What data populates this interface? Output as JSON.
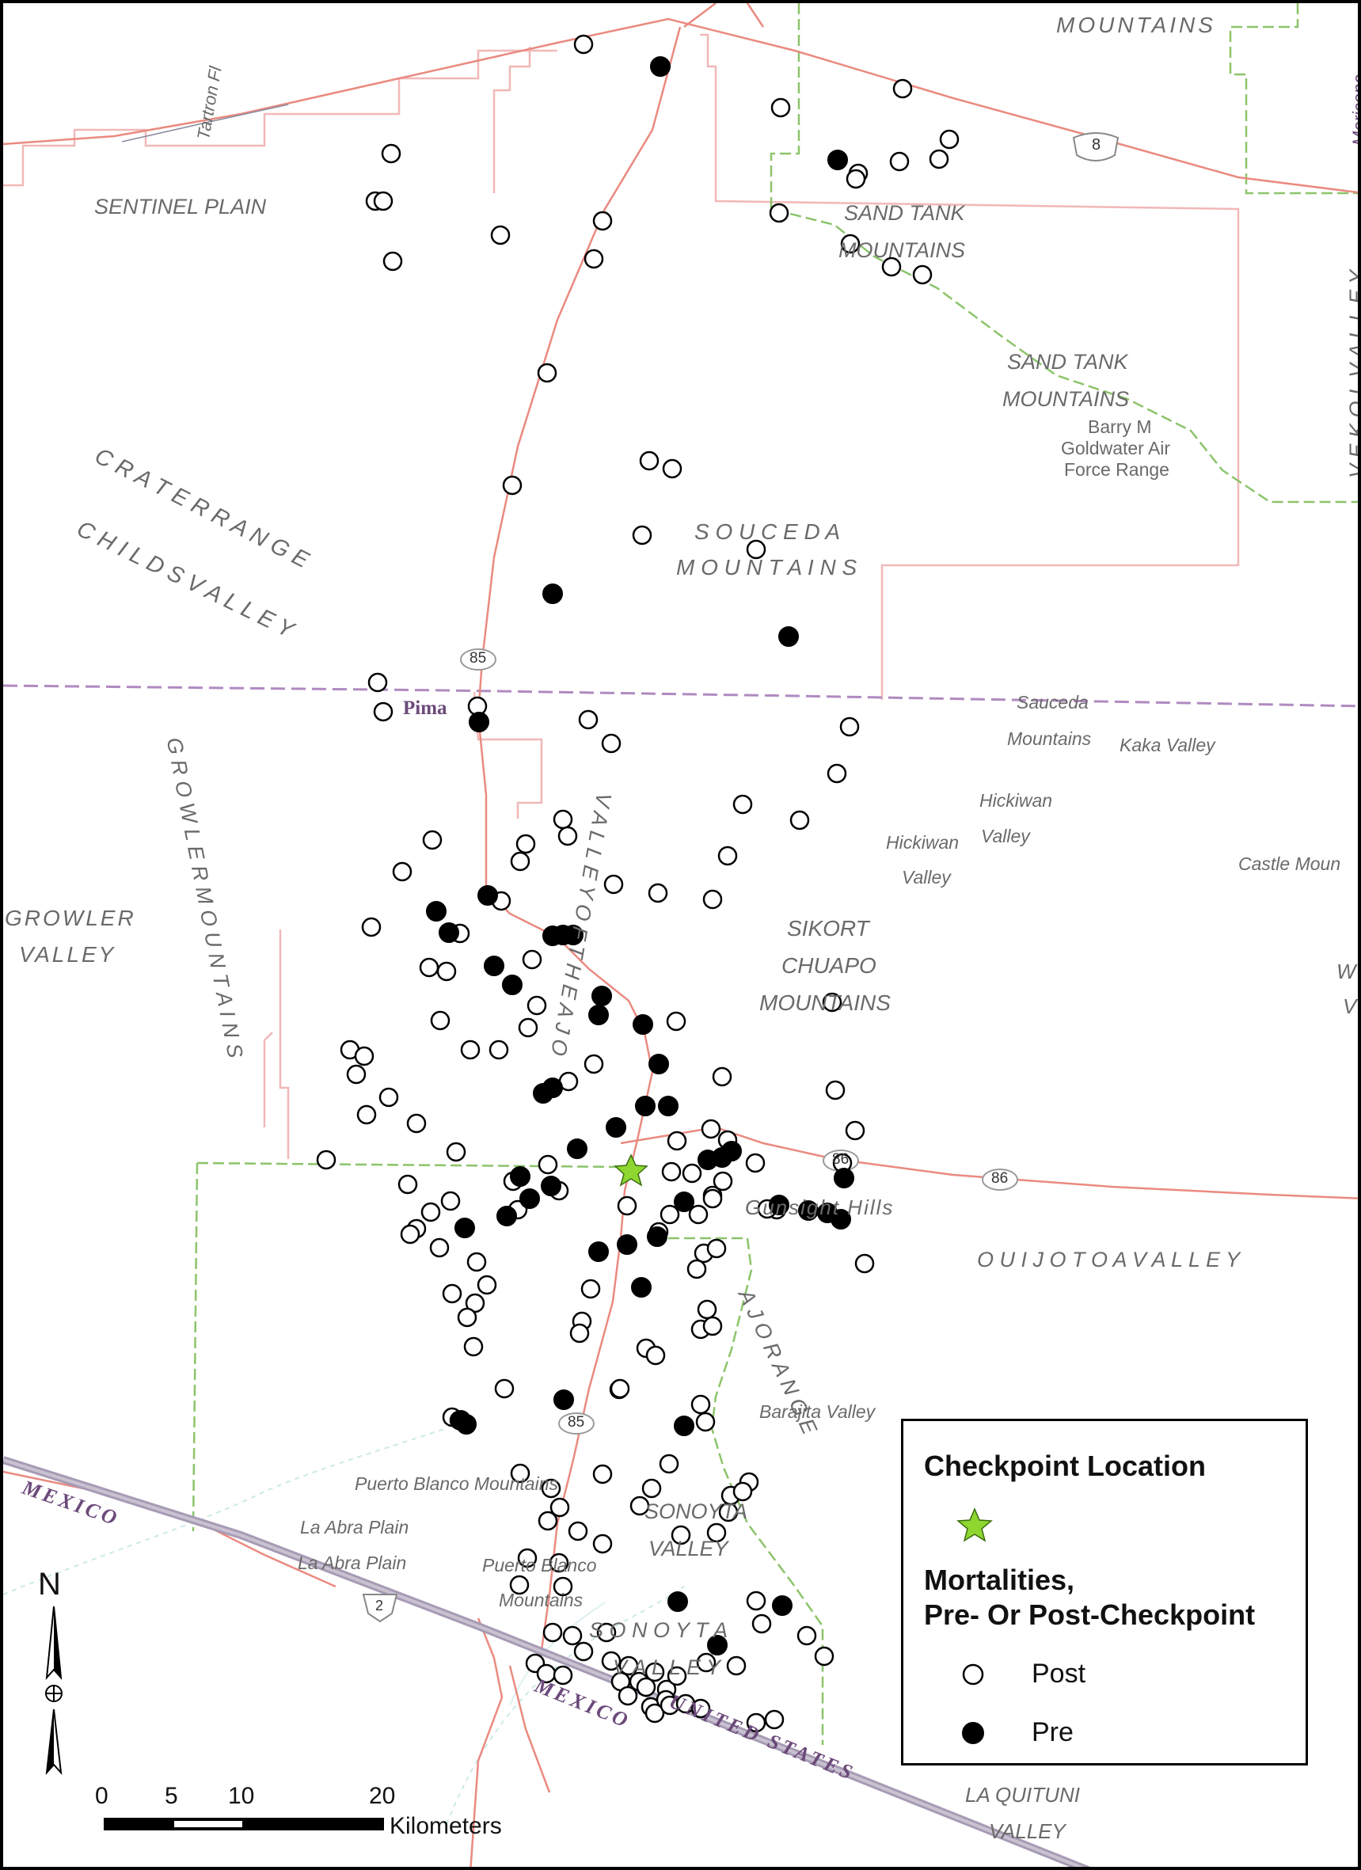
{
  "map": {
    "labels": {
      "mountains_top": "MOUNTAINS",
      "sentinel_plain": "SENTINEL PLAIN",
      "tartron": "Tartron Fl",
      "sand_tank_1a": "SAND TANK",
      "sand_tank_1b": "MOUNTAINS",
      "sand_tank_2a": "SAND TANK",
      "sand_tank_2b": "MOUNTAINS",
      "barry": "Barry M",
      "goldwater": "Goldwater Air",
      "force": "Force Range",
      "crater_range": "C R A T E R   R A N G E",
      "childs_valley": "C H I L D S   V A L L E Y",
      "souceda_a": "S O U C E D A",
      "souceda_b": "M O U N T A I N S",
      "pima": "Pima",
      "sauceda": "Sauceda",
      "mountains_small": "Mountains",
      "kaka_valley": "Kaka Valley",
      "hickiwan_a": "Hickiwan",
      "hickiwan_valley_a": "Valley",
      "hickiwan_b": "Hickiwan",
      "hickiwan_valley_b": "Valley",
      "castle": "Castle Moun",
      "growler_valley_a": "GROWLER",
      "growler_valley_b": "VALLEY",
      "growler_mountains": "G R O W L E R   M O U N T A I N S",
      "sikort_a": "SIKORT",
      "sikort_b": "CHUAPO",
      "sikort_c": "MOUNTAINS",
      "gunsight": "Gunsight Hills",
      "quijotoa": "O U I J O T O A   V A L L E Y",
      "barajita": "Barajita Valley",
      "puerto_blanco_mtns": "Puerto Blanco Mountains",
      "la_abra_1": "La Abra Plain",
      "la_abra_2": "La Abra Plain",
      "puerto_blanco_a": "Puerto Blanco",
      "puerto_blanco_b": "Mountains",
      "sonoyta_valley_a": "SONOYTA",
      "sonoyta_valley_b": "VALLEY",
      "sonoyta_2a": "S O N O Y T A",
      "sonoyta_2b": "V A L L E Y",
      "mexico_1": "MEXICO",
      "mexico_2": "MEXICO",
      "united_states": "UNITED STATES",
      "la_quituni_a": "LA QUITUNI",
      "la_quituni_b": "VALLEY",
      "valley_ajo": "V A L L E Y   O F   T H E   A J O",
      "ajo_range": "A J O   R A N G E",
      "vekol": "V E K O L   V A L L E Y",
      "maricopa": "Maricopa",
      "w_frag": "W",
      "v_frag": "V"
    },
    "shields": {
      "i8": "8",
      "hwy85_north": "85",
      "hwy85_south": "85",
      "hwy86": "86",
      "hwy86_b": "86",
      "mx2": "2"
    }
  },
  "legend": {
    "checkpoint_title": "Checkpoint Location",
    "mortalities_title_1": "Mortalities,",
    "mortalities_title_2": "Pre- Or Post-Checkpoint",
    "post_label": "Post",
    "pre_label": "Pre",
    "star_color": "#8ed630",
    "post_fill": "#ffffff",
    "pre_fill": "#000000"
  },
  "scale_bar": {
    "ticks": [
      "0",
      "5",
      "10",
      "20"
    ],
    "unit": "Kilometers"
  },
  "north_arrow": {
    "label": "N"
  }
}
